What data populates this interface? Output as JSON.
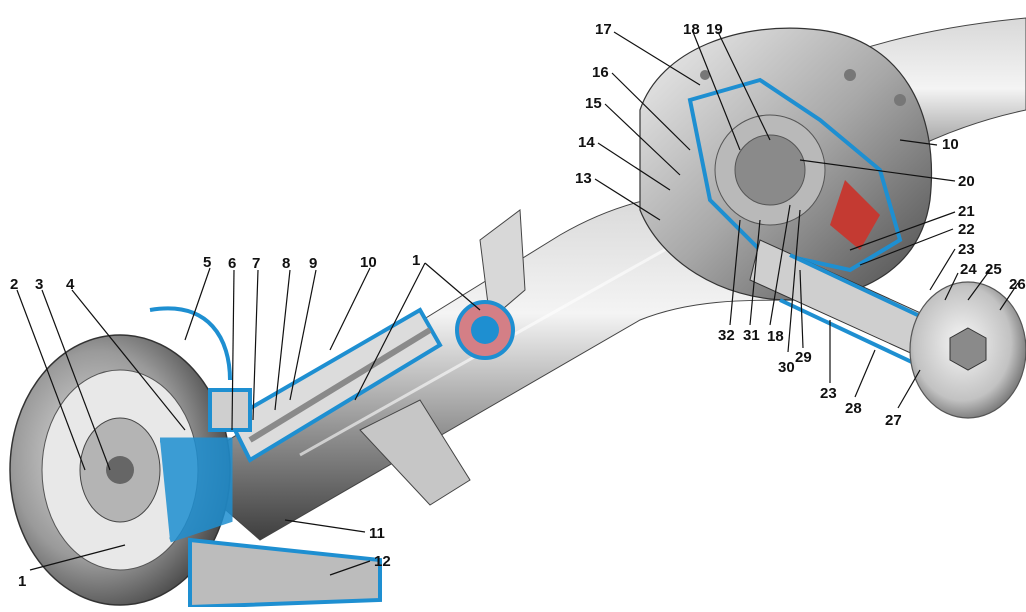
{
  "diagram": {
    "callouts": [
      {
        "id": "c1a",
        "text": "1"
      },
      {
        "id": "c1b",
        "text": "1"
      },
      {
        "id": "c2",
        "text": "2"
      },
      {
        "id": "c3",
        "text": "3"
      },
      {
        "id": "c4",
        "text": "4"
      },
      {
        "id": "c5",
        "text": "5"
      },
      {
        "id": "c6",
        "text": "6"
      },
      {
        "id": "c7",
        "text": "7"
      },
      {
        "id": "c8",
        "text": "8"
      },
      {
        "id": "c9",
        "text": "9"
      },
      {
        "id": "c10a",
        "text": "10"
      },
      {
        "id": "c10b",
        "text": "10"
      },
      {
        "id": "c11",
        "text": "11"
      },
      {
        "id": "c12",
        "text": "12"
      },
      {
        "id": "c13",
        "text": "13"
      },
      {
        "id": "c14",
        "text": "14"
      },
      {
        "id": "c15",
        "text": "15"
      },
      {
        "id": "c16",
        "text": "16"
      },
      {
        "id": "c17",
        "text": "17"
      },
      {
        "id": "c18a",
        "text": "18"
      },
      {
        "id": "c18b",
        "text": "18"
      },
      {
        "id": "c19",
        "text": "19"
      },
      {
        "id": "c20",
        "text": "20"
      },
      {
        "id": "c21",
        "text": "21"
      },
      {
        "id": "c22",
        "text": "22"
      },
      {
        "id": "c23a",
        "text": "23"
      },
      {
        "id": "c23b",
        "text": "23"
      },
      {
        "id": "c24",
        "text": "24"
      },
      {
        "id": "c25",
        "text": "25"
      },
      {
        "id": "c26",
        "text": "26"
      },
      {
        "id": "c27",
        "text": "27"
      },
      {
        "id": "c28",
        "text": "28"
      },
      {
        "id": "c29",
        "text": "29"
      },
      {
        "id": "c30",
        "text": "30"
      },
      {
        "id": "c31",
        "text": "31"
      },
      {
        "id": "c32",
        "text": "32"
      }
    ]
  }
}
